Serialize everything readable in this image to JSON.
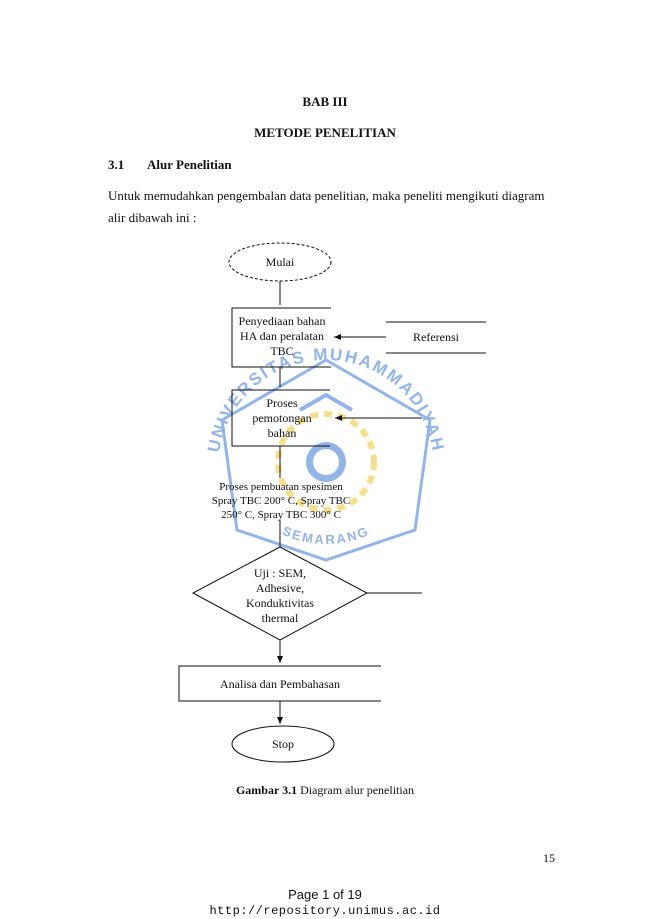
{
  "chapter": "BAB III",
  "chapter_title": "METODE PENELITIAN",
  "section": {
    "number": "3.1",
    "title": "Alur Penelitian"
  },
  "paragraph": {
    "line1": "Untuk memudahkan pengembalan data penelitian, maka peneliti mengikuti diagram",
    "line2": "alir dibawah ini :"
  },
  "flowchart": {
    "start": "Mulai",
    "step1": [
      "Penyediaan bahan",
      "HA dan peralatan",
      "TBC"
    ],
    "reference": "Referensi",
    "step2": [
      "Proses",
      "pemotongan",
      "bahan"
    ],
    "step3": [
      "Proses pembuatan spesimen",
      "Spray TBC 200° C, Spray TBC",
      "250° C, Spray TBC 300° C"
    ],
    "decision": [
      "Uji : SEM,",
      "Adhesive,",
      "Konduktivitas",
      "thermal"
    ],
    "step4": "Analisa dan Pembahasan",
    "stop": "Stop"
  },
  "watermark": {
    "text_top": "UNIVERSITAS MUHAMMADIYAH",
    "text_bottom": "SEMARANG",
    "color": "#2a6bd0",
    "accent": "#e8c21c"
  },
  "caption": {
    "label": "Gambar 3.1",
    "text": " Diagram alur penelitian"
  },
  "page_number": "15",
  "footer": {
    "page": "Page 1 of 19",
    "url": "http://repository.unimus.ac.id"
  }
}
